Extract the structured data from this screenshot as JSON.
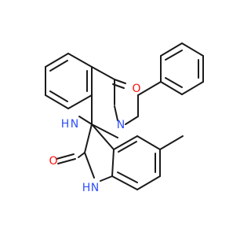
{
  "molecule": {
    "atoms": {
      "o_top": "O",
      "n_quin_top": "N",
      "nh_quin": "H",
      "nh_quin_n": "N",
      "o_left": "O",
      "nh_indole": "H",
      "nh_indole_n": "N"
    },
    "colors": {
      "bond": "#1a1a1a",
      "oxygen": "#ff0d0d",
      "nitrogen": "#3050f8"
    }
  }
}
